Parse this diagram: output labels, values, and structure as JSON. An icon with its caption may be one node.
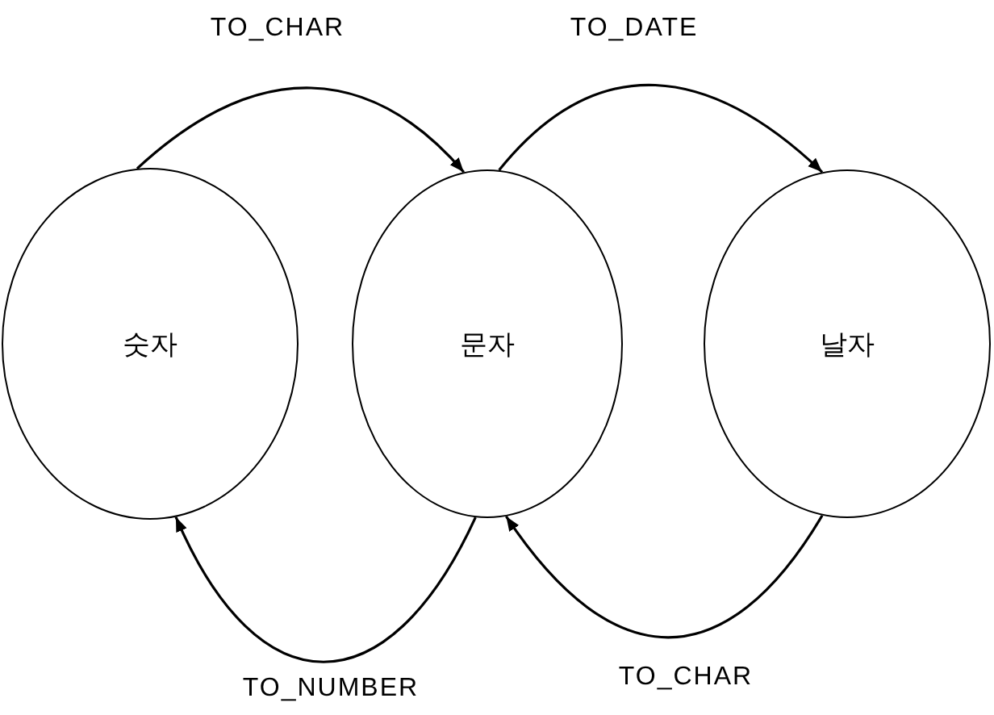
{
  "diagram": {
    "nodes": [
      {
        "text": [
          "숫자"
        ]
      },
      {
        "text": [
          "문자"
        ]
      },
      {
        "text": [
          "날자"
        ]
      }
    ],
    "edges": [
      {
        "from": 0,
        "to": 1,
        "arrow": "to",
        "label": "TO_CHAR"
      },
      {
        "from": 1,
        "to": 2,
        "arrow": "to",
        "label": "TO_DATE"
      },
      {
        "from": 1,
        "to": 0,
        "arrow": "to",
        "label": "TO_NUMBER"
      },
      {
        "from": 2,
        "to": 1,
        "arrow": "to",
        "label": "TO_CHAR"
      }
    ]
  }
}
